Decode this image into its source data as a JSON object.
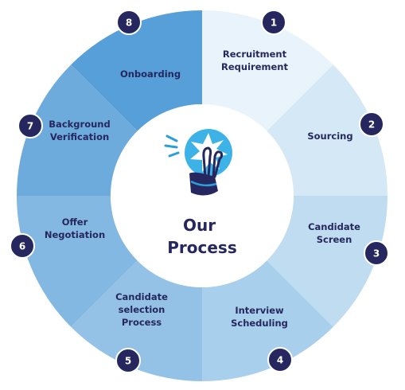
{
  "center": {
    "title_lines": [
      "Our",
      "Process"
    ],
    "icon": "lightbulb-icon"
  },
  "steps": [
    {
      "number": "1",
      "lines": [
        "Recruitment",
        "Requirement"
      ],
      "color": "#e9f3fb"
    },
    {
      "number": "2",
      "lines": [
        "Sourcing"
      ],
      "color": "#d5e8f6"
    },
    {
      "number": "3",
      "lines": [
        "Candidate",
        "Screen"
      ],
      "color": "#bfdcf1"
    },
    {
      "number": "4",
      "lines": [
        "Interview",
        "Scheduling"
      ],
      "color": "#a8cfec"
    },
    {
      "number": "5",
      "lines": [
        "Candidate",
        "selection",
        "Process"
      ],
      "color": "#94c2e7"
    },
    {
      "number": "6",
      "lines": [
        "Offer",
        "Negotiation"
      ],
      "color": "#83b8e2"
    },
    {
      "number": "7",
      "lines": [
        "Background",
        "Verification"
      ],
      "color": "#6dabdd"
    },
    {
      "number": "8",
      "lines": [
        "Onboarding"
      ],
      "color": "#579fd9"
    }
  ],
  "colors": {
    "badge": "#26275e",
    "text": "#26275e",
    "center_fill": "#ffffff",
    "bulb_accent": "#2a9fd8"
  }
}
